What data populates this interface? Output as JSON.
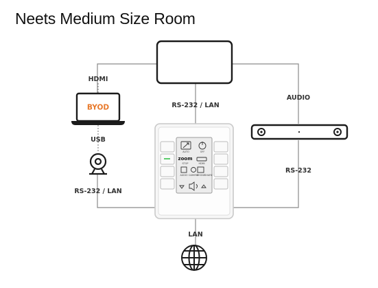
{
  "title": "Neets Medium Size Room",
  "labels": {
    "hdmi": "HDMI",
    "byod": "BYOD",
    "usb": "USB",
    "rs232_lan_top": "RS-232 / LAN",
    "rs232_lan_left": "RS-232 / LAN",
    "audio": "AUDIO",
    "rs232_right": "RS-232",
    "lan": "LAN"
  },
  "panel": {
    "zoom_logo": "zoom",
    "captions": [
      "AUTO",
      "OFF",
      "STOP",
      "HDMI",
      "AUDIO",
      "CAMERA",
      "PHONE",
      "SHARE"
    ]
  },
  "colors": {
    "byod": "#e8792a",
    "indicator": "#35c24a",
    "line": "#8a8a8a"
  }
}
